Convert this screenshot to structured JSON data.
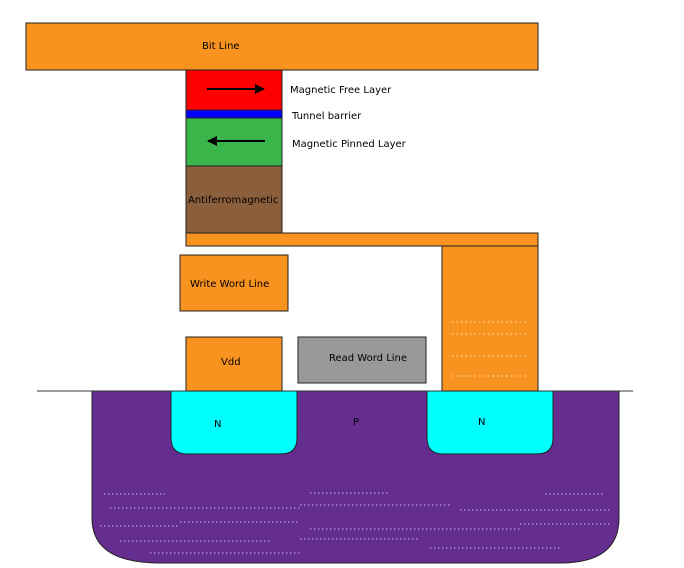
{
  "labels": {
    "bit_line": "Bit Line",
    "free_layer": "Magnetic Free Layer",
    "tunnel_barrier": "Tunnel barrier",
    "pinned_layer": "Magnetic Pinned Layer",
    "antiferromagnetic": "Antiferromagnetic",
    "write_word_line": "Write Word Line",
    "vdd": "Vdd",
    "read_word_line": "Read Word Line",
    "n_left": "N",
    "p_region": "P",
    "n_right": "N"
  },
  "colors": {
    "metal": "#f7931e",
    "free_layer": "#ff0000",
    "tunnel_barrier": "#0000ff",
    "pinned_layer": "#39b54a",
    "antiferromagnetic": "#8b5e3c",
    "read_word_line": "#999999",
    "n_doped": "#00ffff",
    "p_substrate": "#662d91"
  },
  "arrows": {
    "free_layer": "right-arrow-icon",
    "pinned_layer": "left-arrow-icon"
  }
}
